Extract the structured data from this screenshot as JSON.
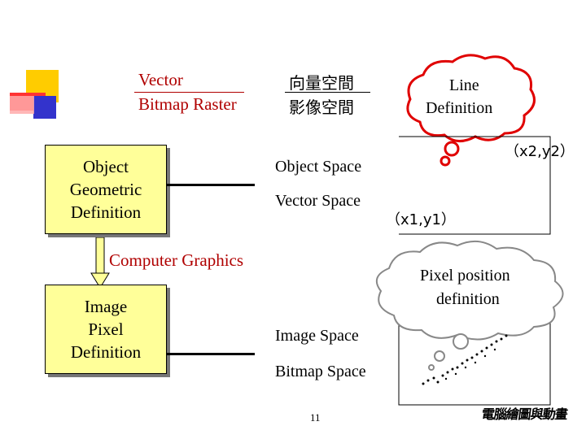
{
  "colors": {
    "accent_red": "#ff0000",
    "accent_yellow": "#ffcc00",
    "accent_blue": "#3333cc",
    "box_fill": "#ffff99",
    "label_red": "#b00000"
  },
  "header": {
    "vector": "Vector",
    "bitmap_raster": "Bitmap Raster",
    "vector_zh": "向量空間",
    "image_zh": "影像空間"
  },
  "cloud_top": {
    "line1": "Line",
    "line2": "Definition"
  },
  "cloud_bottom": {
    "line1": "Pixel position",
    "line2": "definition"
  },
  "box_object": {
    "line1": "Object",
    "line2": "Geometric",
    "line3": "Definition"
  },
  "box_image": {
    "line1": "Image",
    "line2": "Pixel",
    "line3": "Definition"
  },
  "arrow_label": "Computer Graphics",
  "spaces": {
    "object_space": "Object Space",
    "vector_space": "Vector Space",
    "image_space": "Image Space",
    "bitmap_space": "Bitmap Space"
  },
  "coords": {
    "p2": "（x2,y2）",
    "p1": "（x1,y1）"
  },
  "page_number": "11",
  "logo_text": "電腦繪圖與動畫"
}
